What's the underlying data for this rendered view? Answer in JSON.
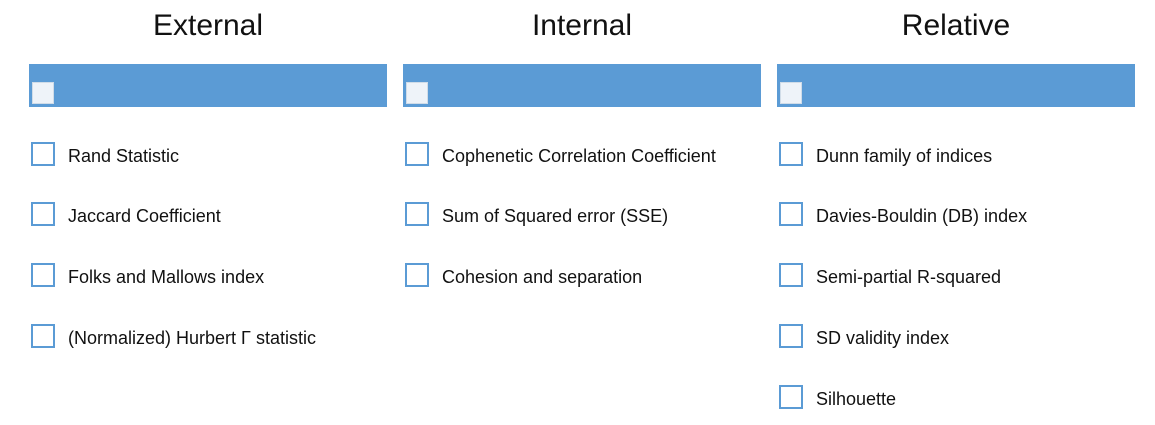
{
  "columns": [
    {
      "title": "External",
      "items": [
        "Rand Statistic",
        "Jaccard Coefficient",
        "Folks and Mallows index",
        "(Normalized) Hurbert Γ statistic"
      ]
    },
    {
      "title": "Internal",
      "items": [
        "Cophenetic Correlation Coefficient",
        "Sum of Squared error (SSE)",
        "Cohesion and separation"
      ]
    },
    {
      "title": "Relative",
      "items": [
        "Dunn family of indices",
        "Davies-Bouldin (DB) index",
        "Semi-partial R-squared",
        "SD validity index",
        "Silhouette"
      ]
    }
  ],
  "colors": {
    "header_bar": "#5b9bd5",
    "checkbox_border": "#5b9bd5"
  },
  "icons": {
    "checkbox": "checkbox-icon"
  }
}
